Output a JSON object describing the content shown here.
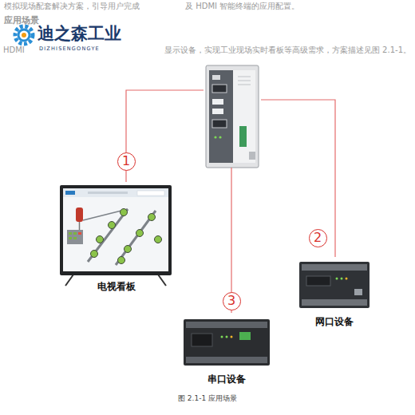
{
  "diagram": {
    "caption": "图 2.1-1 应用场景",
    "nodes": [
      {
        "text": []
      },
      {
        "text": [
          "电视看板"
        ]
      },
      {
        "text": [
          "网口设备"
        ]
      },
      {
        "text": [
          "串口设备"
        ]
      }
    ],
    "edges": [
      {
        "from": 0,
        "to": 1,
        "arrow": "none"
      },
      {
        "from": 0,
        "to": 2,
        "arrow": "none"
      },
      {
        "from": 0,
        "to": 3,
        "arrow": "none"
      }
    ],
    "labels": [
      "模拟现场配套解决方案，引导用户完成",
      "及 HDMI 智能终端的应用配置。",
      "应用场景",
      "HDMI",
      "显示设备，实现工业现场实时看板等高级需求，方案描述见图 2.1-1。",
      "迪之森工业",
      "DIZHISENGONGYE",
      "1",
      "2",
      "3"
    ]
  }
}
